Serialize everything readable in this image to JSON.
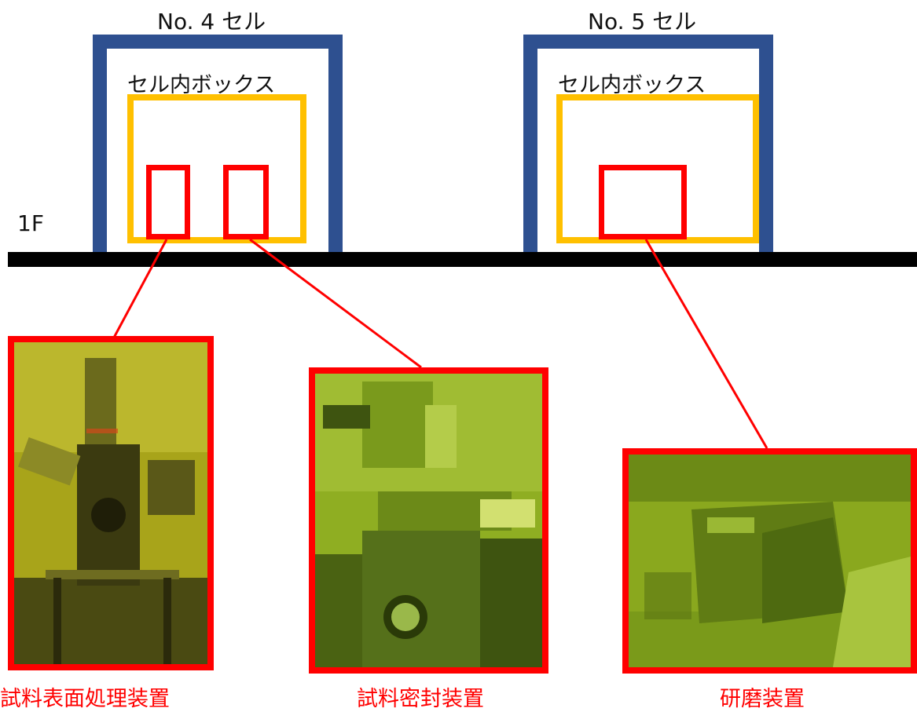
{
  "floor": {
    "label": "1F"
  },
  "cells": [
    {
      "title": "No. 4 セル",
      "box_title": "セル内ボックス"
    },
    {
      "title": "No. 5 セル",
      "box_title": "セル内ボックス"
    }
  ],
  "devices": [
    {
      "caption": "試料表面処理装置"
    },
    {
      "caption": "試料密封装置"
    },
    {
      "caption": "研磨装置"
    }
  ],
  "colors": {
    "cell": "#2e5090",
    "in_cell_box": "#ffc000",
    "marker": "#ff0000",
    "floor": "#000000"
  }
}
